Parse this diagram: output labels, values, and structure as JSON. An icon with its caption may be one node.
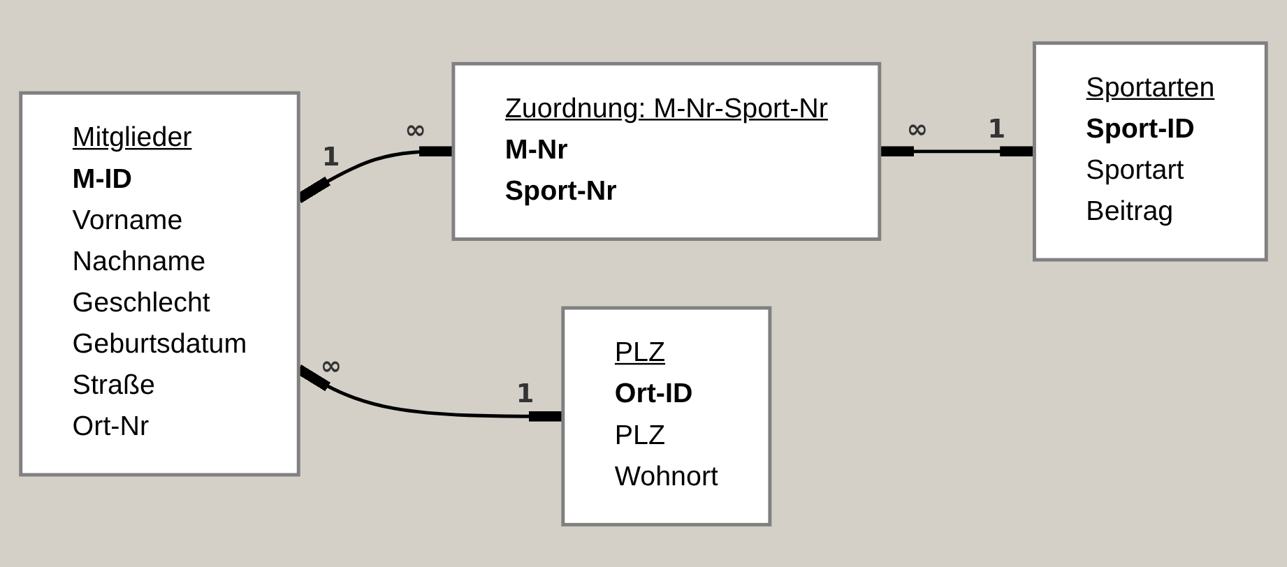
{
  "diagram": {
    "nodes": [
      {
        "text": [
          "Mitglieder",
          "M-ID",
          "Vorname",
          "Nachname",
          "Geschlecht",
          "Geburtsdatum",
          "Straße",
          "Ort-Nr"
        ]
      },
      {
        "text": [
          "Zuordnung: M-Nr-Sport-Nr",
          "M-Nr",
          "Sport-Nr"
        ]
      },
      {
        "text": [
          "Sportarten",
          "Sport-ID",
          "Sportart",
          "Beitrag"
        ]
      },
      {
        "text": [
          "PLZ",
          "Ort-ID",
          "PLZ",
          "Wohnort"
        ]
      }
    ],
    "edges": [
      {
        "from": 0,
        "to": 1,
        "arrow": "other"
      },
      {
        "from": 1,
        "to": 2,
        "arrow": "other"
      },
      {
        "from": 0,
        "to": 3,
        "arrow": "other"
      }
    ],
    "labels": [
      "1",
      "∞",
      "∞",
      "1",
      "∞",
      "1"
    ]
  }
}
